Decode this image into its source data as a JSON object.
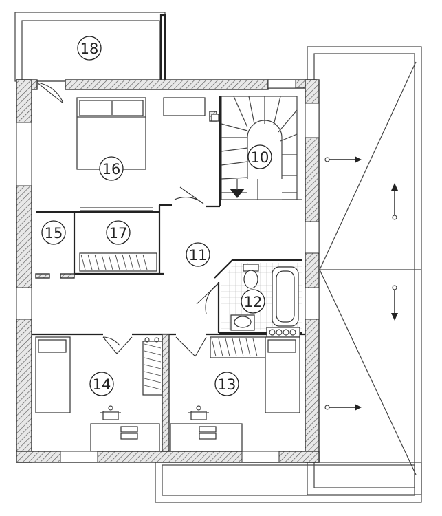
{
  "rooms": [
    {
      "id": "18",
      "label": "18"
    },
    {
      "id": "16",
      "label": "16"
    },
    {
      "id": "10",
      "label": "10"
    },
    {
      "id": "15",
      "label": "15"
    },
    {
      "id": "17",
      "label": "17"
    },
    {
      "id": "11",
      "label": "11"
    },
    {
      "id": "12",
      "label": "12"
    },
    {
      "id": "14",
      "label": "14"
    },
    {
      "id": "13",
      "label": "13"
    }
  ],
  "colors": {
    "wall_hatch": "#555555",
    "lines": "#222222",
    "tile_grid": "#b8b8b8"
  },
  "icons": [
    "stair-down-arrow-icon",
    "flow-arrow-right-icon",
    "flow-arrow-up-icon",
    "flow-arrow-down-icon",
    "bed-icon",
    "desk-lamp-icon",
    "sink-icon",
    "toilet-icon",
    "bathtub-icon",
    "stove-icon"
  ]
}
